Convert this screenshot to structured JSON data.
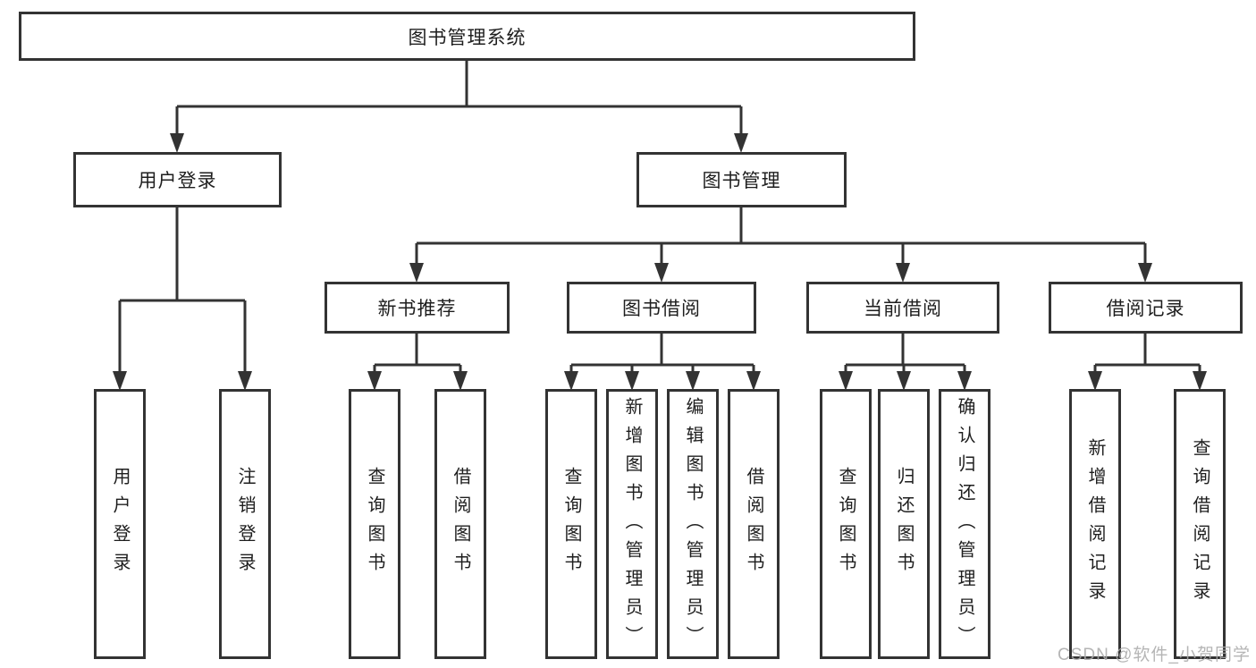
{
  "diagram": {
    "root": "图书管理系统",
    "branches": {
      "user_login": {
        "label": "用户登录",
        "children": [
          "用户登录",
          "注销登录"
        ]
      },
      "book_mgmt": {
        "label": "图书管理",
        "sections": [
          {
            "label": "新书推荐",
            "children": [
              "查询图书",
              "借阅图书"
            ]
          },
          {
            "label": "图书借阅",
            "children": [
              "查询图书",
              "新增图书（管理员）",
              "编辑图书（管理员）",
              "借阅图书"
            ]
          },
          {
            "label": "当前借阅",
            "children": [
              "查询图书",
              "归还图书",
              "确认归还（管理员）"
            ]
          },
          {
            "label": "借阅记录",
            "children": [
              "新增借阅记录",
              "查询借阅记录"
            ]
          }
        ]
      }
    },
    "line_color": "#333333"
  },
  "watermark": "CSDN @软件_小贺同学"
}
